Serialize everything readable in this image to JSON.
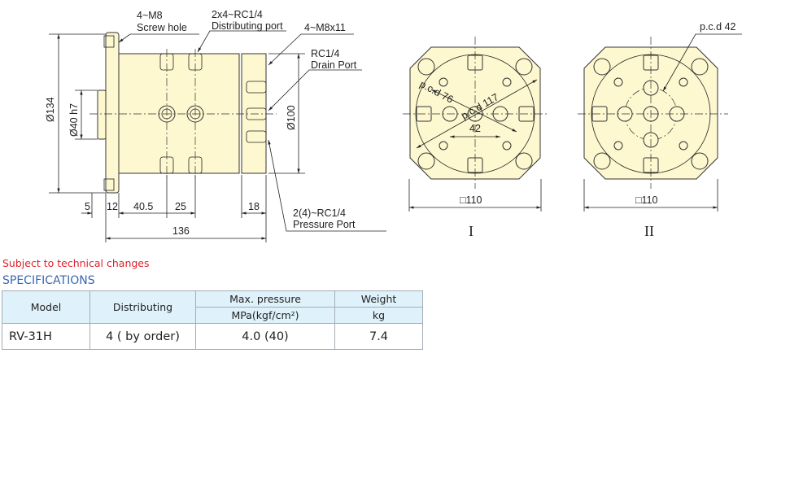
{
  "drawing": {
    "side_view": {
      "screw_hole_qty": "4~M8",
      "screw_hole_label": "Screw hole",
      "distributing_qty": "2x4~RC1/4",
      "distributing_label": "Distributing port",
      "m8x11": "4~M8x11",
      "drain_qty": "RC1/4",
      "drain_label": "Drain Port",
      "pressure_qty": "2(4)~RC1/4",
      "pressure_label": "Pressure Port",
      "dia_134": "Ø134",
      "dia_40": "Ø40 h7",
      "dia_100": "Ø100",
      "dim_5": "5",
      "dim_12": "12",
      "dim_40_5": "40.5",
      "dim_25": "25",
      "dim_18": "18",
      "dim_136": "136"
    },
    "view_1": {
      "pcd_76": "p.c.d 76",
      "pcd_117": "p.c.d 117",
      "dim_42": "42",
      "size": "□110",
      "label": "I"
    },
    "view_2": {
      "pcd_42": "p.c.d 42",
      "size": "□110",
      "label": "II"
    }
  },
  "notice": "Subject to technical changes",
  "specifications": {
    "title": "SPECIFICATIONS",
    "headers": {
      "model": "Model",
      "distributing": "Distributing",
      "max_pressure": "Max. pressure",
      "max_pressure_unit": "MPa(kgf/cm²)",
      "weight": "Weight",
      "weight_unit": "kg"
    },
    "rows": [
      {
        "model": "RV-31H",
        "distributing": "4  ( by order)",
        "max_pressure": "4.0 (40)",
        "weight": "7.4"
      }
    ]
  }
}
